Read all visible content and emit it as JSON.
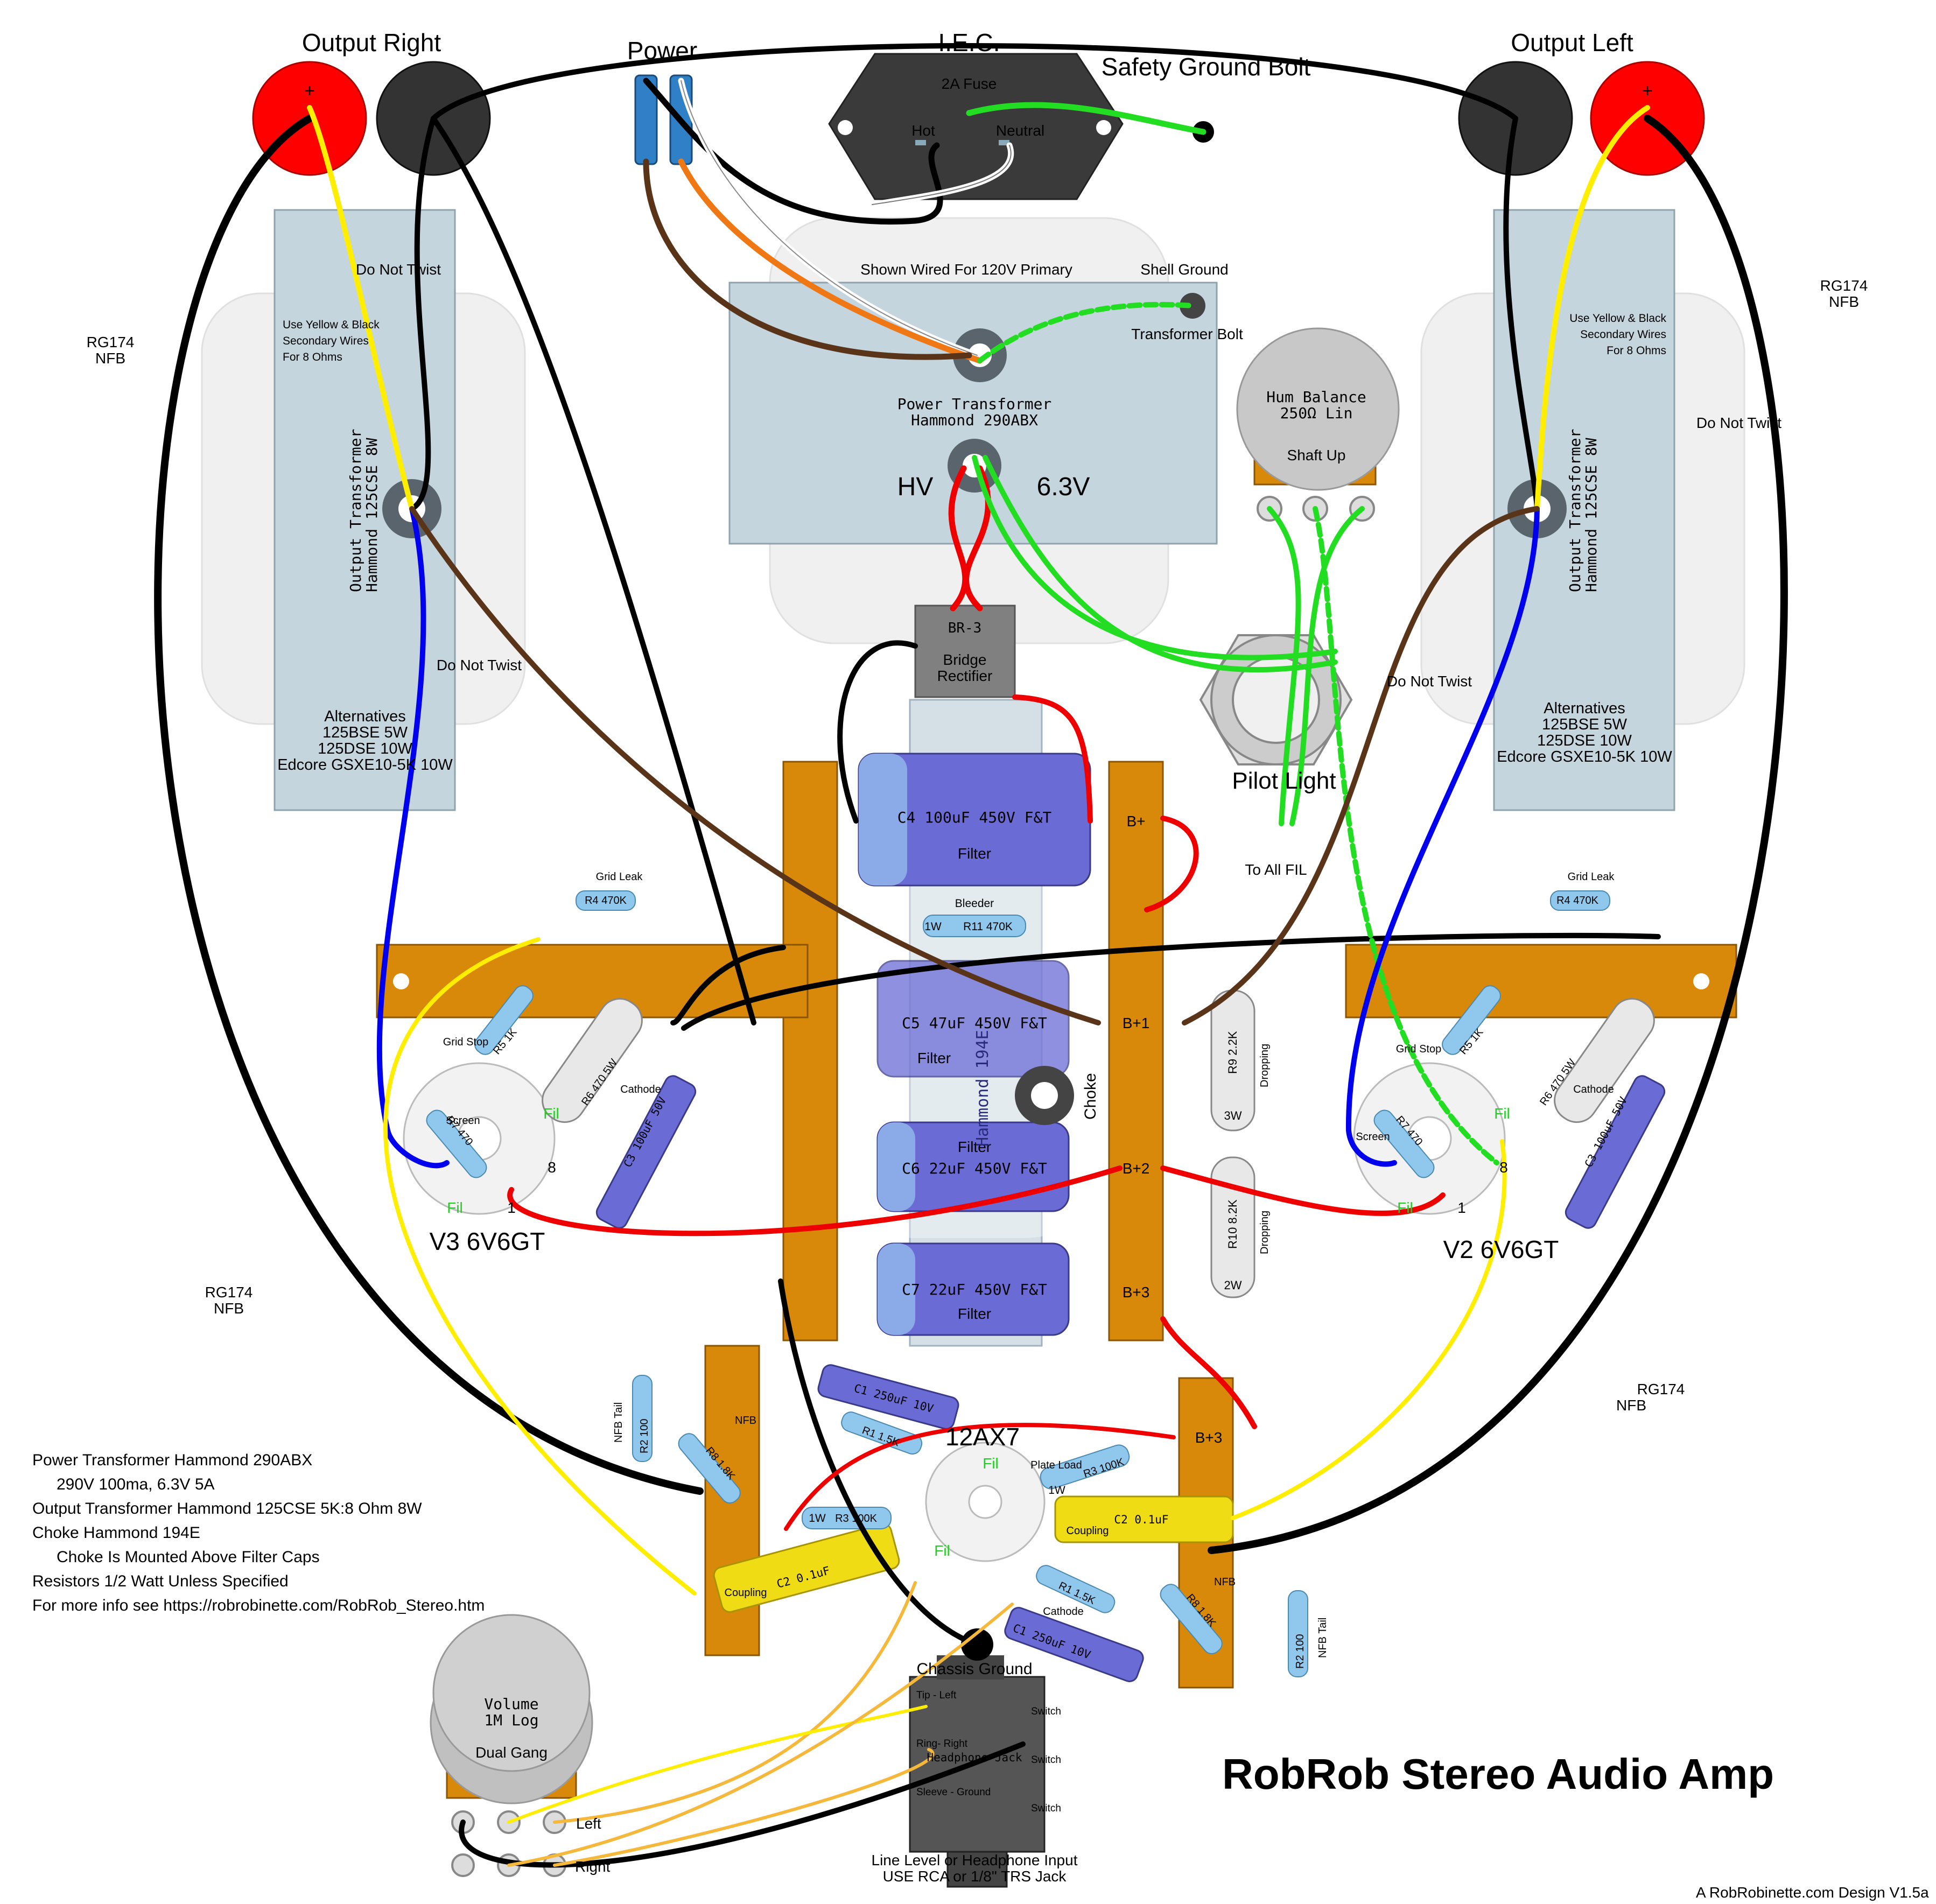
{
  "labels": {
    "output_right": "Output Right",
    "output_left": "Output Left",
    "power": "Power",
    "iec": "I.E.C.",
    "fuse": "2A Fuse",
    "hot": "Hot",
    "neutral": "Neutral",
    "safety_ground_bolt": "Safety Ground Bolt",
    "shown_wired": "Shown Wired For 120V Primary",
    "shell_ground": "Shell Ground",
    "transformer_bolt": "Transformer Bolt",
    "power_transformer": "Power Transformer",
    "power_transformer_model": "Hammond 290ABX",
    "hv": "HV",
    "v63": "6.3V",
    "hum_balance": "Hum Balance",
    "hum_balance_value": "250Ω Lin",
    "shaft_up": "Shaft Up",
    "pilot_light": "Pilot Light",
    "to_all_fil": "To All FIL",
    "do_not_twist": "Do Not Twist",
    "rg174": "RG174",
    "nfb": "NFB",
    "use_yellow_black": "Use Yellow & Black",
    "secondary_wires": "Secondary Wires",
    "for_8_ohms": "For 8 Ohms",
    "output_transformer": "Output Transformer",
    "output_transformer_model": "Hammond 125CSE 8W",
    "alternatives": "Alternatives",
    "alt1": "125BSE 5W",
    "alt2": "125DSE 10W",
    "alt3": "Edcore GSXE10-5K 10W",
    "br3": "BR-3",
    "bridge": "Bridge",
    "rectifier": "Rectifier",
    "c4": "C4 100uF 450V F&T",
    "c5": "C5 47uF 450V F&T",
    "c6": "C6 22uF 450V F&T",
    "c7": "C7 22uF 450V F&T",
    "filter": "Filter",
    "bplus": "B+",
    "bplus1": "B+1",
    "bplus2": "B+2",
    "bplus3": "B+3",
    "bleeder": "Bleeder",
    "r11": "R11 470K",
    "w1": "1W",
    "w2": "2W",
    "w3": "3W",
    "w5": "5W",
    "choke": "Choke",
    "choke_model": "Hammond 194E",
    "r9": "R9 2.2K",
    "r10": "R10 8.2K",
    "dropping": "Dropping",
    "grid_leak": "Grid Leak",
    "r4": "R4 470K",
    "r5": "R5 1K",
    "grid_stop": "Grid Stop",
    "r6": "R6 470 5W",
    "cathode": "Cathode",
    "c3": "C3 100uF 50V",
    "screen": "Screen",
    "r7": "R7 470",
    "fil": "Fil",
    "pin8": "8",
    "pin1": "1",
    "v3": "V3 6V6GT",
    "v2": "V2 6V6GT",
    "tube_12ax7": "12AX7",
    "c1": "C1 250uF 10V",
    "r1": "R1 1.5K",
    "r2": "R2 100",
    "nfb_tail": "NFB Tail",
    "r8": "R8 1.8K",
    "r3": "R3 100K",
    "plate_load": "Plate Load",
    "c2": "C2 0.1uF",
    "coupling": "Coupling",
    "chassis_ground": "Chassis Ground",
    "volume": "Volume",
    "volume_value": "1M Log",
    "dual_gang": "Dual Gang",
    "left": "Left",
    "right": "Right",
    "tip_left": "Tip - Left",
    "ring_right": "Ring- Right",
    "sleeve_ground": "Sleeve - Ground",
    "headphone_jack": "Headphone Jack",
    "switch": "Switch",
    "line_level": "Line Level or Headphone Input",
    "use_rca": "USE RCA or 1/8\" TRS Jack"
  },
  "notes": [
    "Power Transformer Hammond 290ABX",
    "290V 100ma, 6.3V 5A",
    "Output Transformer Hammond 125CSE 5K:8 Ohm 8W",
    "Choke Hammond 194E",
    "Choke Is Mounted Above Filter Caps",
    "Resistors 1/2 Watt Unless Specified",
    "For more info see https://robrobinette.com/RobRob_Stereo.htm"
  ],
  "title": "RobRob Stereo Audio Amp",
  "credit": "A RobRobinette.com Design V1.5a",
  "colors": {
    "red_post": "#ff0000",
    "black_post": "#333333",
    "terminal_board": "#d9890a",
    "transformer": "#c5d5de",
    "capacitor": "#6b6bd6",
    "coupling_cap": "#f0dc14",
    "wire_yellow": "#ffee00",
    "wire_green": "#22dd22",
    "wire_blue": "#0000ee",
    "wire_red": "#ee0000",
    "wire_brown": "#5a3418",
    "wire_orange": "#f07814"
  }
}
